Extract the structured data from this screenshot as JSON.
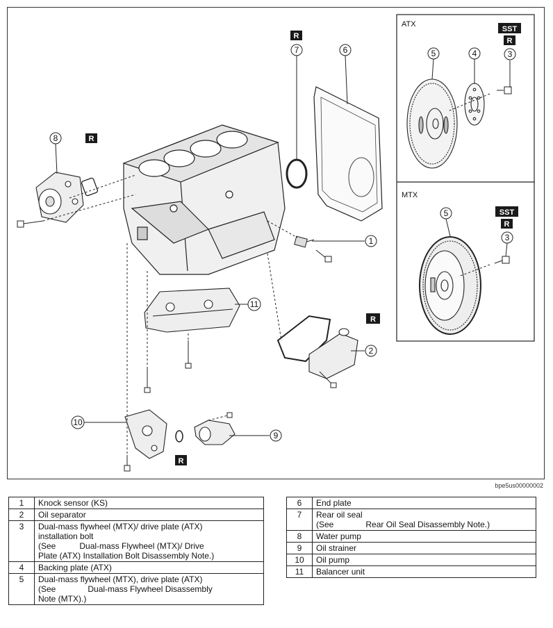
{
  "diagram": {
    "image_id": "bpe5us00000002",
    "inset_atx_label": "ATX",
    "inset_mtx_label": "MTX",
    "badge_sst": "SST",
    "badge_r": "R",
    "callouts": [
      "1",
      "2",
      "3",
      "4",
      "5",
      "6",
      "7",
      "8",
      "9",
      "10",
      "11"
    ]
  },
  "legend": {
    "left": [
      {
        "num": "1",
        "text": "Knock sensor (KS)"
      },
      {
        "num": "2",
        "text": "Oil separator"
      },
      {
        "num": "3",
        "line1": "Dual-mass flywheel (MTX)/ drive plate (ATX)",
        "line2": "installation bolt",
        "see": "(See",
        "ref": "Dual-mass Flywheel (MTX)/ Drive",
        "line4": "Plate (ATX) Installation Bolt Disassembly Note.)"
      },
      {
        "num": "4",
        "text": "Backing plate (ATX)"
      },
      {
        "num": "5",
        "line1": "Dual-mass flywheel (MTX), drive plate (ATX)",
        "see": "(See",
        "ref": "Dual-mass Flywheel Disassembly",
        "line3": "Note (MTX).)"
      }
    ],
    "right": [
      {
        "num": "6",
        "text": "End plate"
      },
      {
        "num": "7",
        "line1": "Rear oil seal",
        "see": "(See",
        "ref": "Rear Oil Seal Disassembly Note.)"
      },
      {
        "num": "8",
        "text": "Water pump"
      },
      {
        "num": "9",
        "text": "Oil strainer"
      },
      {
        "num": "10",
        "text": "Oil pump"
      },
      {
        "num": "11",
        "text": "Balancer unit"
      }
    ]
  }
}
